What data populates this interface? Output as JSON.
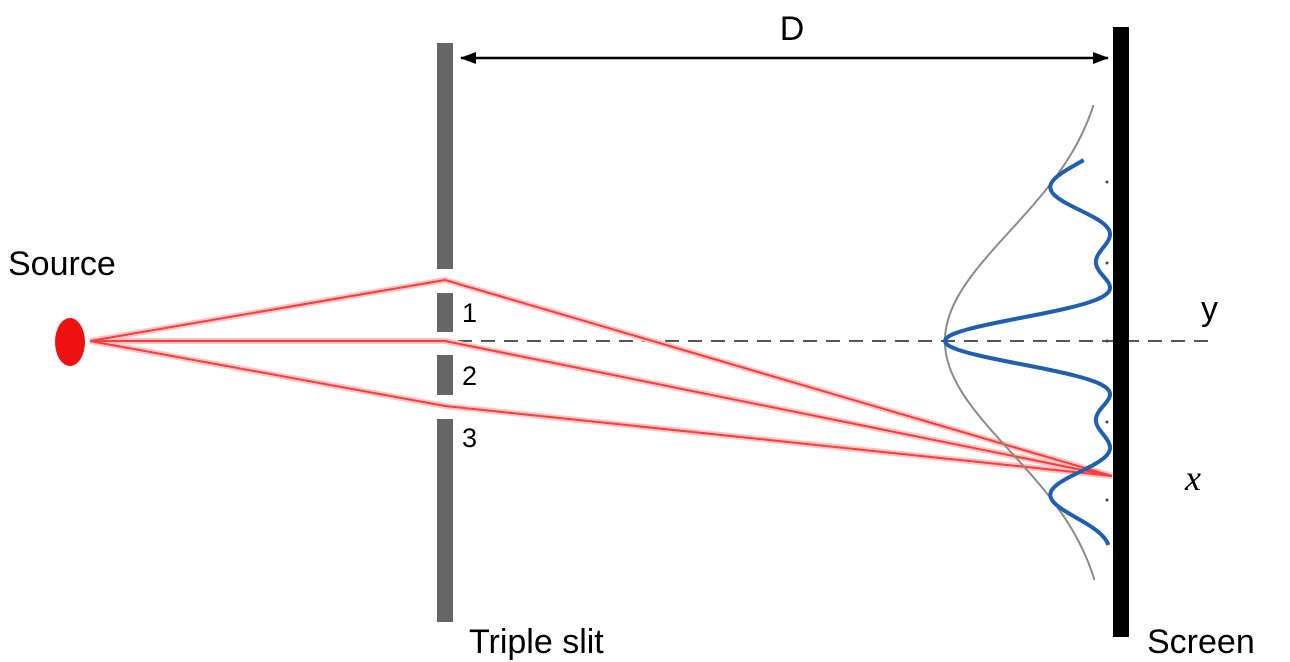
{
  "labels": {
    "source": "Source",
    "distance": "D",
    "axis_y": "y",
    "axis_x": "x",
    "barrier": "Triple slit",
    "screen": "Screen",
    "slits": [
      "1",
      "2",
      "3"
    ]
  },
  "colors": {
    "rays": "#ff3b3b",
    "source": "#ee1111",
    "barrier": "#666666",
    "screen": "#000000",
    "interference": "#1f5fb0",
    "envelope": "#8a8a8a",
    "axis": "#555555"
  }
}
